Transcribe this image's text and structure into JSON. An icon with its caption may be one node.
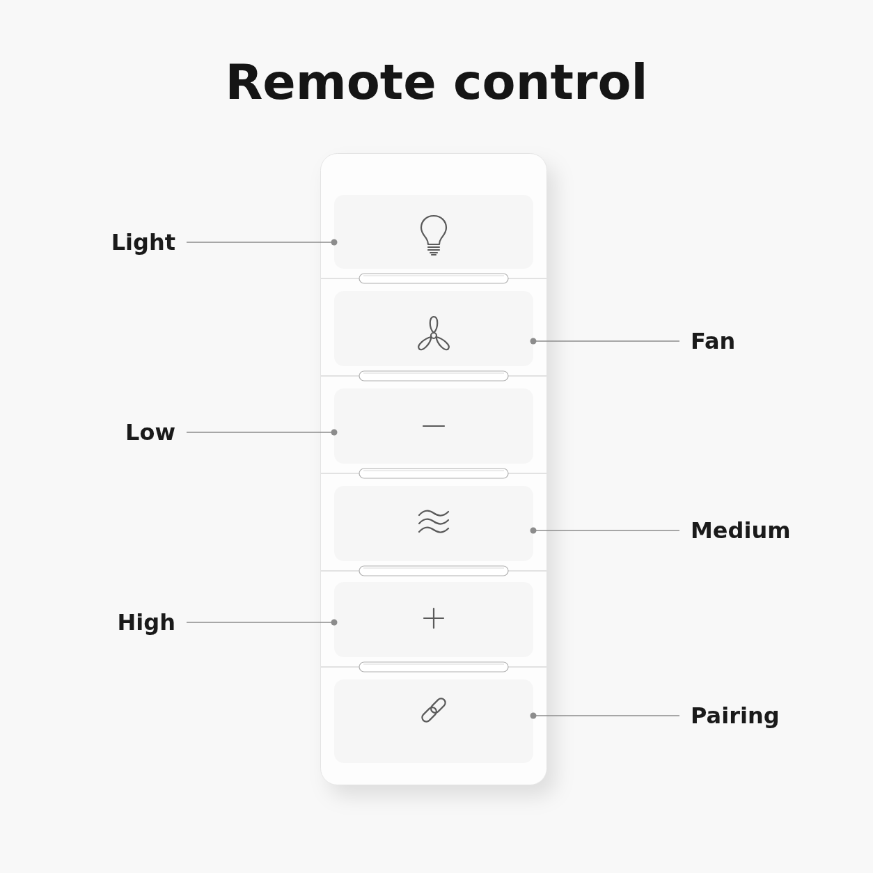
{
  "diagram": {
    "title": "Remote control",
    "nodes": [
      {
        "text": [
          "Light"
        ]
      },
      {
        "text": [],
        "shape": "box"
      },
      {
        "text": [],
        "shape": "box"
      },
      {
        "text": [
          "Fan"
        ]
      },
      {
        "text": [
          "Low"
        ]
      },
      {
        "text": [],
        "shape": "box"
      },
      {
        "text": [],
        "shape": "box"
      },
      {
        "text": [
          "Medium"
        ]
      },
      {
        "text": [
          "High"
        ]
      },
      {
        "text": [],
        "shape": "box"
      },
      {
        "text": [],
        "shape": "box"
      },
      {
        "text": [
          "Pairing"
        ]
      }
    ],
    "edges": [
      {
        "from": 0,
        "to": 1,
        "arrow": "other"
      },
      {
        "from": 3,
        "to": 2,
        "arrow": "other"
      },
      {
        "from": 4,
        "to": 5,
        "arrow": "other"
      },
      {
        "from": 7,
        "to": 6,
        "arrow": "other"
      },
      {
        "from": 8,
        "to": 9,
        "arrow": "other"
      },
      {
        "from": 11,
        "to": 10,
        "arrow": "other"
      }
    ]
  }
}
